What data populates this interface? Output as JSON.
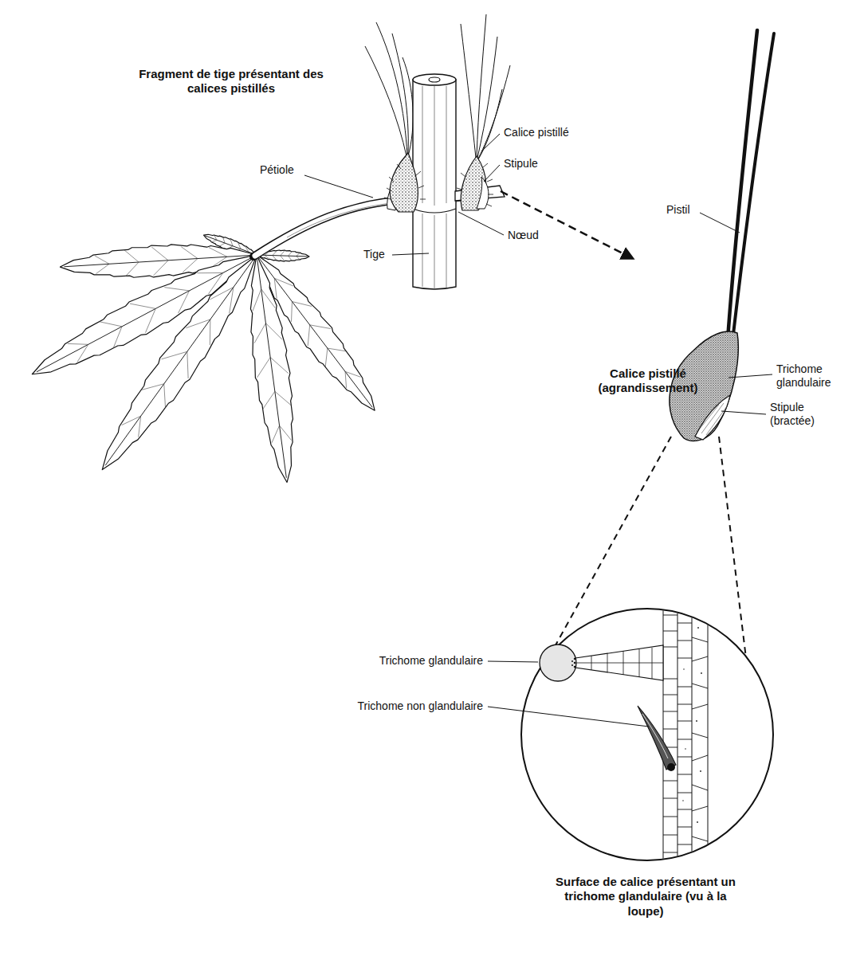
{
  "diagram": {
    "labels": [
      "Fragment de tige présentant des calices pistillés",
      "Calice pistillé",
      "Stipule",
      "Pétiole",
      "Nœud",
      "Tige",
      "Pistil",
      "Calice pistillé (agrandissement)",
      "Trichome glandulaire",
      "Stipule (bractée)",
      "Trichome glandulaire",
      "Trichome non glandulaire",
      "Surface de calice présentant un trichome glandulaire (vu à la loupe)"
    ]
  }
}
